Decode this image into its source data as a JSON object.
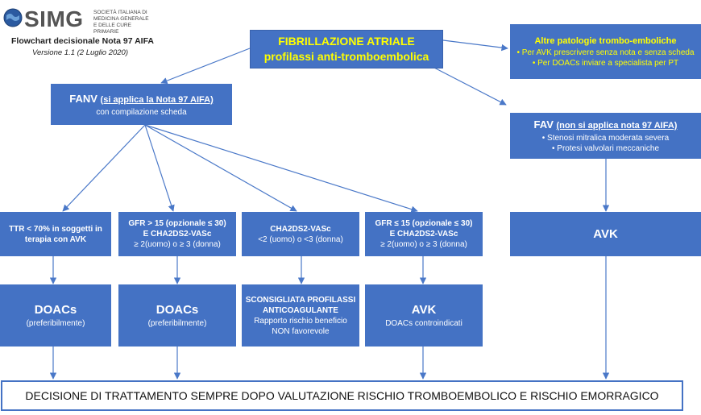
{
  "header": {
    "logo_text": "SIMG",
    "logo_sub": [
      "SOCIETÀ ITALIANA DI",
      "MEDICINA GENERALE",
      "E DELLE CURE PRIMARIE"
    ],
    "subtitle": "Flowchart decisionale Nota 97 AIFA",
    "version": "Versione 1.1 (2 Luglio 2020)"
  },
  "main_box": {
    "line1": "FIBRILLAZIONE ATRIALE",
    "line2": "profilassi anti-tromboembolica"
  },
  "other_box": {
    "title": "Altre patologie trombo-emboliche",
    "bullets": [
      "Per AVK prescrivere senza nota e senza scheda",
      "Per DOACs inviare a specialista per PT"
    ]
  },
  "fanv_box": {
    "title_prefix": "FANV ",
    "title_under": "(si applica la Nota 97 AIFA)",
    "sub": "con compilazione scheda"
  },
  "fav_box": {
    "title_prefix": "FAV ",
    "title_under": "(non si applica nota 97 AIFA)",
    "bullets": [
      "Stenosi mitralica moderata severa",
      "Protesi valvolari meccaniche"
    ]
  },
  "criteria": [
    {
      "lines": [
        "TTR < 70% in soggetti in",
        "terapia con AVK"
      ]
    },
    {
      "lines": [
        "GFR > 15 (opzionale ≤ 30)",
        "E CHA2DS2-VASc"
      ],
      "extra": "≥ 2(uomo) o ≥ 3 (donna)"
    },
    {
      "lines": [
        "CHA2DS2-VASc"
      ],
      "extra": "<2 (uomo) o <3 (donna)"
    },
    {
      "lines": [
        "GFR ≤ 15 (opzionale ≤ 30)",
        "E CHA2DS2-VASc"
      ],
      "extra": "≥ 2(uomo) o ≥ 3 (donna)"
    }
  ],
  "avk_right": "AVK",
  "outcomes": [
    {
      "title": "DOACs",
      "sub": "(preferibilmente)"
    },
    {
      "title": "DOACs",
      "sub": "(preferibilmente)"
    },
    {
      "title_lines": [
        "SCONSIGLIATA PROFILASSI",
        "ANTICOAGULANTE"
      ],
      "sub_lines": [
        "Rapporto  rischio beneficio",
        "NON favorevole"
      ]
    },
    {
      "title": "AVK",
      "sub": "DOACs controindicati"
    }
  ],
  "bottom": "DECISIONE DI TRATTAMENTO SEMPRE DOPO VALUTAZIONE  RISCHIO TROMBOEMBOLICO E RISCHIO EMORRAGICO",
  "colors": {
    "box": "#4472c4",
    "accent": "#ffff00",
    "arrow": "#4a78c8"
  }
}
